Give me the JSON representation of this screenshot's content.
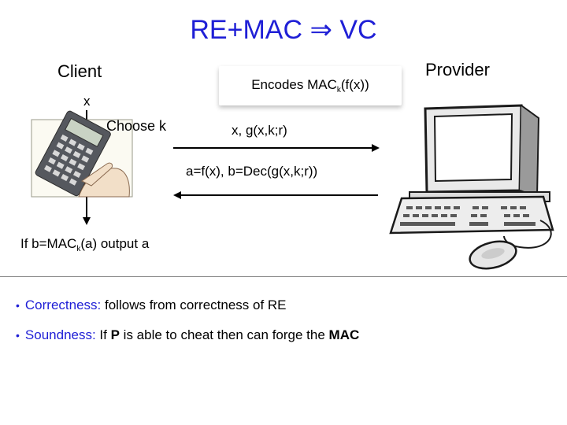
{
  "title": "RE+MAC ⇒ VC",
  "client_label": "Client",
  "provider_label": "Provider",
  "encode_box": {
    "prefix": "Encodes MAC",
    "subscript": "k",
    "suffix": "(f(x))"
  },
  "x_label": "x",
  "choose_k": "Choose k",
  "message_to_provider": "x, g(x,k;r)",
  "message_to_client": "a=f(x), b=Dec(g(x,k;r))",
  "output_line": {
    "prefix": "If b=MAC",
    "subscript": "k",
    "suffix": "(a) output a"
  },
  "bullets": [
    {
      "lead": "Correctness:",
      "segments": [
        {
          "text": " follows from correctness of RE",
          "bold": false
        }
      ]
    },
    {
      "lead": "Soundness:",
      "segments": [
        {
          "text": " If ",
          "bold": false
        },
        {
          "text": "P",
          "bold": true
        },
        {
          "text": " is able to cheat then can forge the ",
          "bold": false
        },
        {
          "text": "MAC",
          "bold": true
        }
      ]
    }
  ],
  "colors": {
    "accent": "#1f1fd6"
  },
  "icons": [
    "calculator-hand-icon",
    "computer-icon"
  ]
}
